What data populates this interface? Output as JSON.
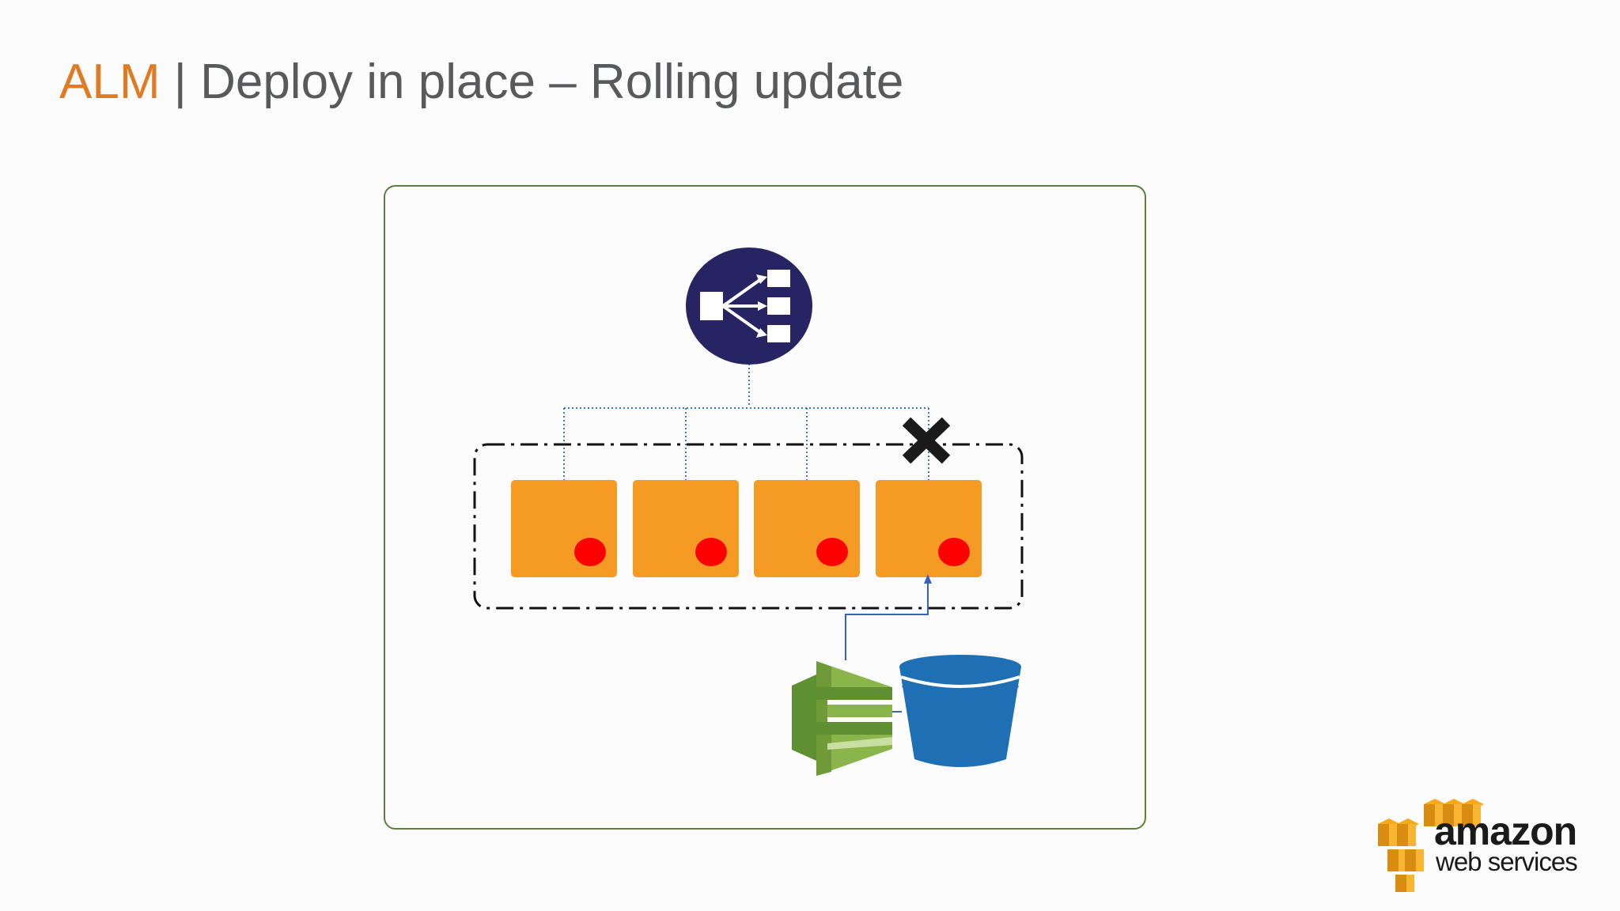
{
  "slide": {
    "title_accent": "ALM",
    "title_separator": "|",
    "title_text": "Deploy in place – Rolling update"
  },
  "diagram": {
    "load_balancer": {
      "icon": "load-balancer-icon",
      "color": "#262463"
    },
    "instances": [
      {
        "status": "pending",
        "indicator_color": "#ff0000"
      },
      {
        "status": "pending",
        "indicator_color": "#ff0000"
      },
      {
        "status": "pending",
        "indicator_color": "#ff0000"
      },
      {
        "status": "updating",
        "indicator_color": "#ff0000",
        "detached": true
      }
    ],
    "instance_color": "#f59a23",
    "frame_color": "#5a7f3b",
    "connector_color": "#3b7bbf",
    "detached_marker_icon": "x-mark-icon",
    "deploy_service_icon": "codedeploy-icon",
    "storage_icon": "s3-bucket-icon"
  },
  "logo": {
    "icon": "aws-cubes-icon",
    "brand": "amazon",
    "sub": "web services",
    "cube_color": "#f7a81b"
  }
}
